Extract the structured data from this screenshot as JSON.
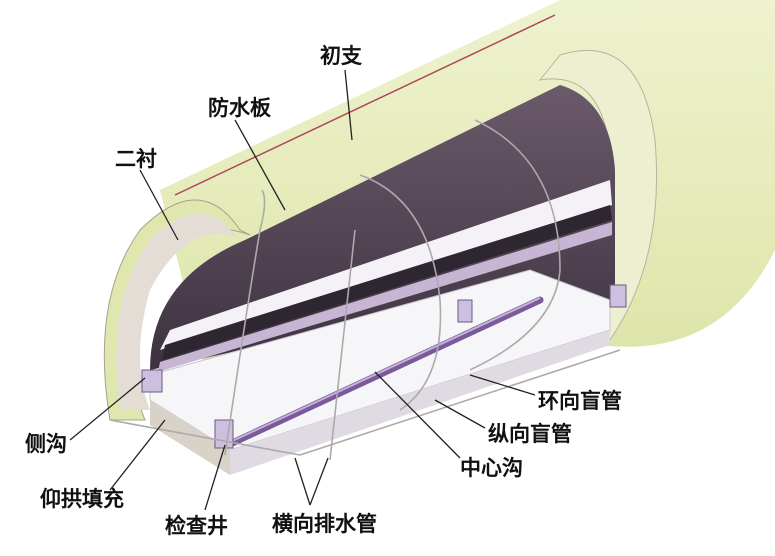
{
  "title": "隧道排水系统示意图",
  "labels": {
    "chuzhi": "初支",
    "fangshuiban": "防水板",
    "erchen": "二衬",
    "cegou": "侧沟",
    "yanggong": "仰拱填充",
    "jianchajing": "检查井",
    "hengxiang": "横向排水管",
    "zhongxingou": "中心沟",
    "zongxiang": "纵向盲管",
    "huanxiang": "环向盲管"
  },
  "colors": {
    "primary_lining": "#e3eab4",
    "secondary_lining": "#d9d3c8",
    "waterproof": "#b0455a",
    "ceiling": "#4d3f4e",
    "drain_pipe": "#7a5a9a"
  }
}
